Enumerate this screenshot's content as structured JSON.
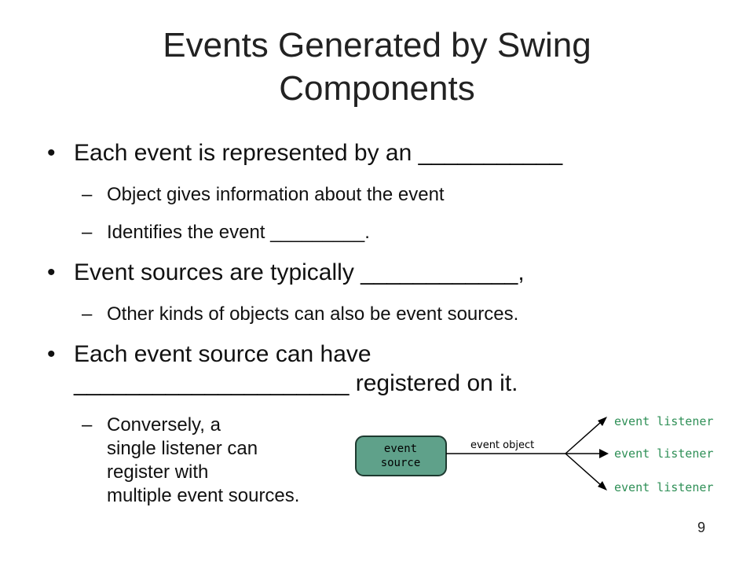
{
  "slide": {
    "title_line1": "Events Generated by Swing",
    "title_line2": "Components",
    "bullet_glyph": "•",
    "dash_glyph": "–",
    "bullets": [
      {
        "text": "Each event is represented by an ___________"
      },
      {
        "text": "Event sources are typically ____________,"
      },
      {
        "line1": "Each event source can have",
        "line2": "_____________________ registered on it."
      }
    ],
    "subs": [
      "Object gives information about the event",
      "Identifies the event _________.",
      "Other kinds of objects can also be event sources.",
      "Conversely, a",
      "single listener can",
      "register with",
      "multiple event sources."
    ],
    "page_number": "9"
  },
  "diagram": {
    "source_line1": "event",
    "source_line2": "source",
    "arrow_label": "event object",
    "listeners": [
      "event listener",
      "event listener",
      "event listener"
    ],
    "source_fill": "#5fa18a",
    "listener_color": "#2e8f56"
  }
}
